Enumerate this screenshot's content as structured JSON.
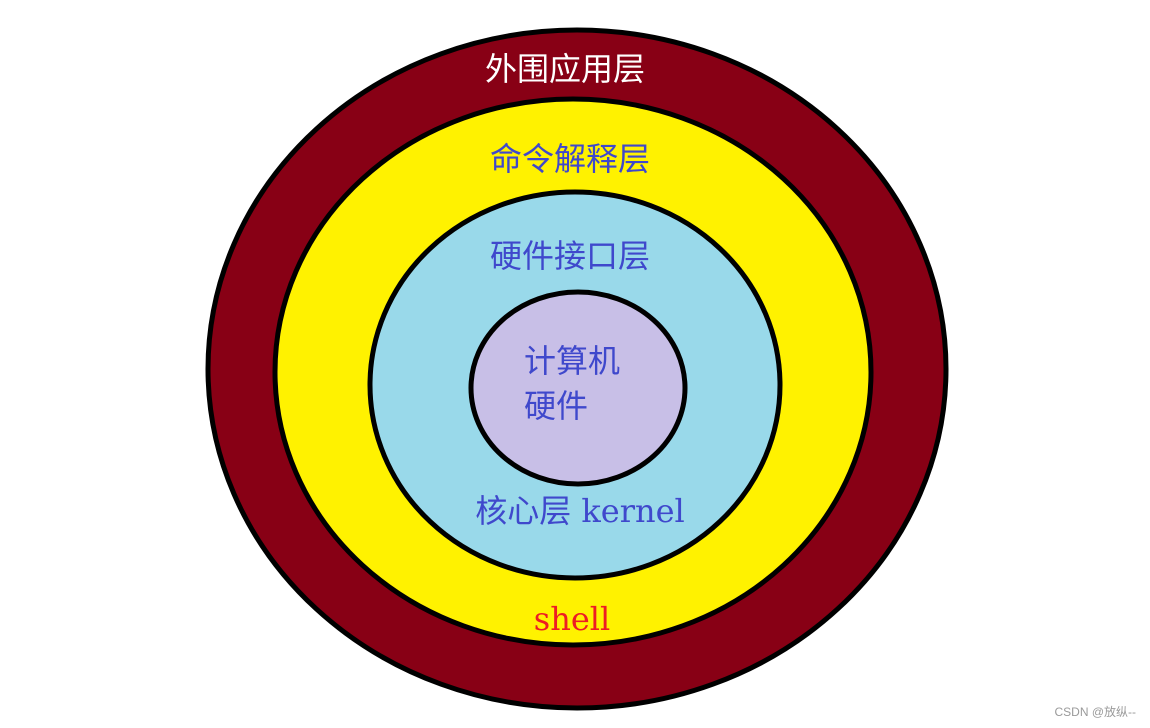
{
  "diagram": {
    "layers": [
      {
        "label": "外围应用层",
        "fill": "#880015",
        "text_color": "#ffffff"
      },
      {
        "label": "命令解释层",
        "fill": "#fff200",
        "text_color": "#3f48cc",
        "caption": "shell",
        "caption_color": "#ed1c24"
      },
      {
        "label": "硬件接口层",
        "fill": "#99d9ea",
        "text_color": "#3f48cc",
        "caption": "核心层 kernel",
        "caption_color": "#3f48cc"
      },
      {
        "label_line1": "计算机",
        "label_line2": "硬件",
        "fill": "#c8bfe7",
        "text_color": "#3f48cc"
      }
    ],
    "outline_color": "#000000"
  },
  "watermark": "CSDN @放纵--"
}
